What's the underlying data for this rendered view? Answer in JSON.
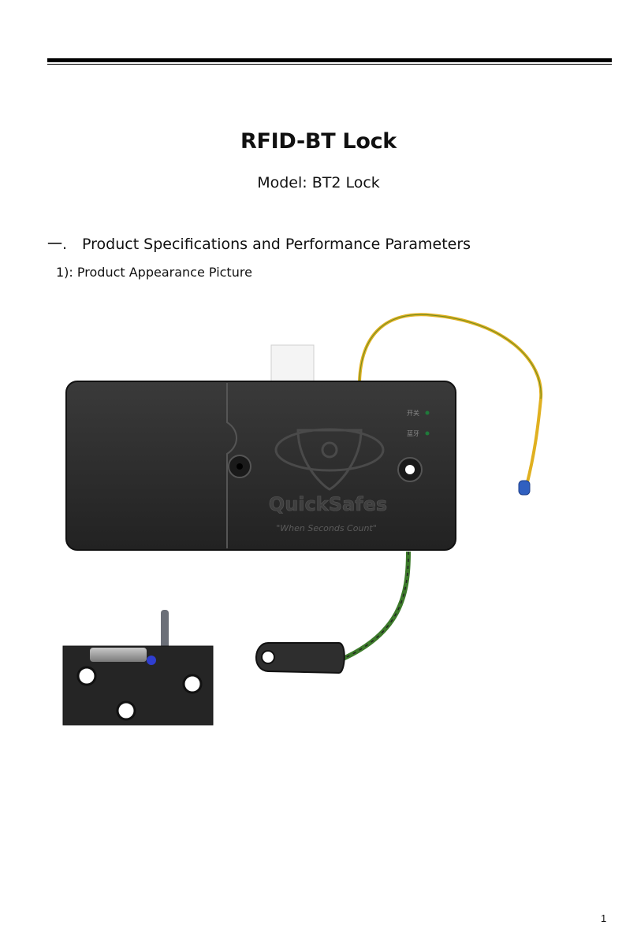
{
  "document": {
    "title": "RFID-BT Lock",
    "subtitle": "Model: BT2 Lock",
    "section": {
      "number": "一.",
      "heading": "Product Specifications and Performance Parameters"
    },
    "subsection": "1): Product Appearance Picture",
    "page_number": "1"
  },
  "product_image": {
    "brand_logo_text": "QuickSafes",
    "tagline": "\"When Seconds Count\"",
    "indicator_labels": [
      "开关",
      "蓝牙"
    ],
    "colors": {
      "lock_body": "#2b2b2b",
      "wire_yellow": "#e0b020",
      "wire_green": "#3c7a2a",
      "sensor_tip": "#3060c0",
      "indicator_led": "#1f7a3a"
    }
  }
}
